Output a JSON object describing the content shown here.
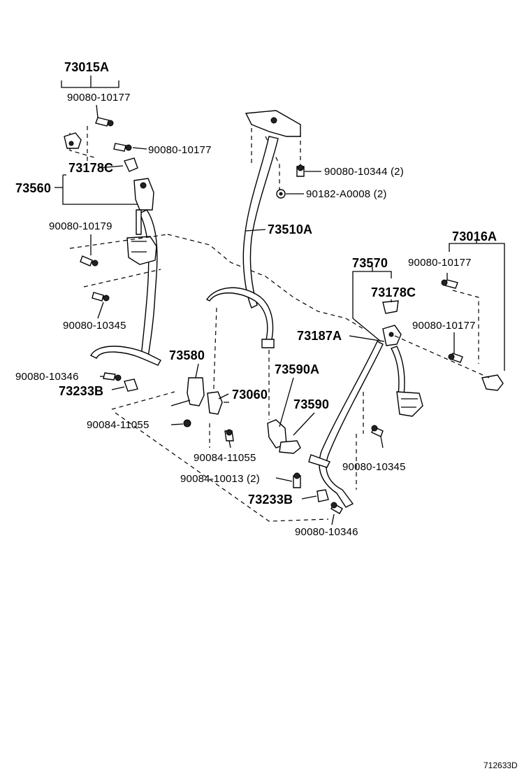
{
  "labels": {
    "p73015A": "73015A",
    "b10177a": "90080-10177",
    "b10177b": "90080-10177",
    "p73178C_left": "73178C",
    "p73560": "73560",
    "b10179": "90080-10179",
    "b10345_left": "90080-10345",
    "b10346_left": "90080-10346",
    "p73233B_left": "73233B",
    "p73580": "73580",
    "p73060": "73060",
    "b11055a": "90084-11055",
    "b11055b": "90084-11055",
    "b10013": "90084-10013 (2)",
    "p73233B_center": "73233B",
    "b10346_center": "90080-10346",
    "p73590A": "73590A",
    "p73590": "73590",
    "p73510A": "73510A",
    "b10344": "90080-10344 (2)",
    "n0008": "90182-A0008 (2)",
    "p73570": "73570",
    "p73178C_right": "73178C",
    "p73187A": "73187A",
    "p73016A": "73016A",
    "b10177c": "90080-10177",
    "b10177d": "90080-10177",
    "b10345_right": "90080-10345",
    "ref": "712633D"
  }
}
